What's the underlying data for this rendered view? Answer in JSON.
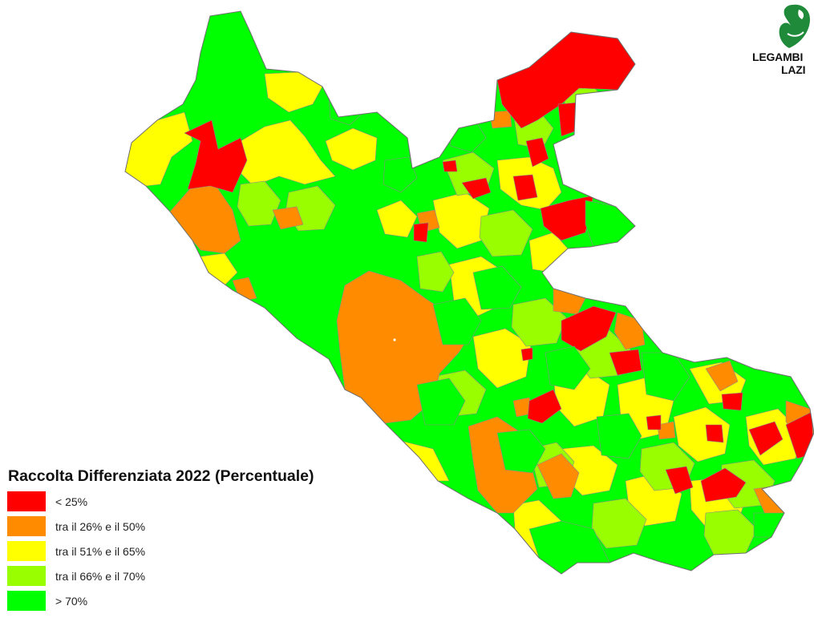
{
  "map": {
    "legend": {
      "title": "Raccolta Differenziata 2022 (Percentuale)",
      "items": [
        {
          "label": "< 25%",
          "color": "#ff0000"
        },
        {
          "label": "tra il 26% e il 50%",
          "color": "#ff8c00"
        },
        {
          "label": "tra il 51% e il 65%",
          "color": "#ffff00"
        },
        {
          "label": "tra il 66% e il 70%",
          "color": "#99ff00"
        },
        {
          "label": "> 70%",
          "color": "#00ff00"
        }
      ]
    },
    "logo": {
      "line1": "LEGAMBI",
      "line2": "LAZI",
      "icon": "green-swan-logo-icon",
      "color": "#1f8a3a"
    },
    "colors": {
      "border": "#8a8a8a",
      "background": "#ffffff"
    }
  }
}
